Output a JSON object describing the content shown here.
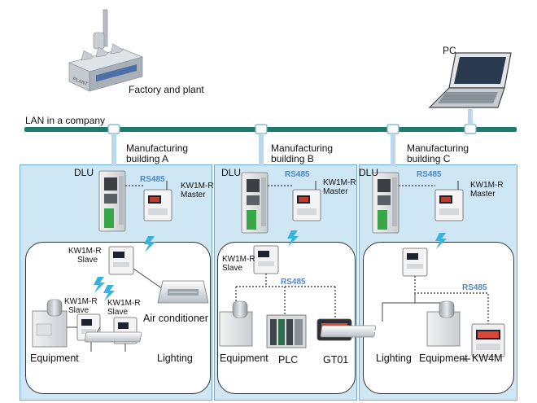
{
  "factory": {
    "label": "Factory and plant"
  },
  "pc": {
    "label": "PC"
  },
  "lan": {
    "label": "LAN in a company"
  },
  "buildings": [
    {
      "title_line1": "Manufacturing",
      "title_line2": "building A",
      "dlu": "DLU",
      "rs485_top": "RS485",
      "master_line1": "KW1M-R",
      "master_line2": "Master",
      "slave_top_line1": "KW1M-R",
      "slave_top_line2": "Slave",
      "slave_left_line1": "KW1M-R",
      "slave_left_line2": "Slave",
      "slave_mid_line1": "KW1M-R",
      "slave_mid_line2": "Slave",
      "air_conditioner": "Air conditioner",
      "equipment": "Equipment",
      "lighting": "Lighting"
    },
    {
      "title_line1": "Manufacturing",
      "title_line2": "building B",
      "dlu": "DLU",
      "rs485_top": "RS485",
      "master_line1": "KW1M-R",
      "master_line2": "Master",
      "slave_line1": "KW1M-R",
      "slave_line2": "Slave",
      "rs485_bottom": "RS485",
      "equipment": "Equipment",
      "plc": "PLC",
      "gt01": "GT01"
    },
    {
      "title_line1": "Manufacturing",
      "title_line2": "building C",
      "dlu": "DLU",
      "rs485_top": "RS485",
      "master_line1": "KW1M-R",
      "master_line2": "Master",
      "rs485_bottom": "RS485",
      "lighting": "Lighting",
      "equipment": "Equipment",
      "kw4m": "KW4M"
    }
  ]
}
